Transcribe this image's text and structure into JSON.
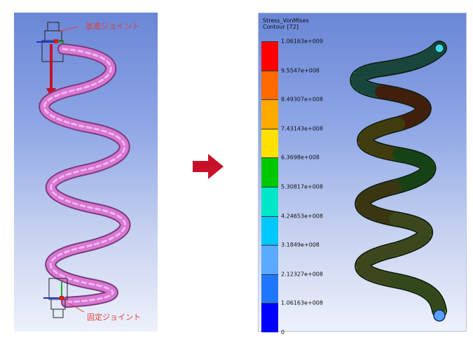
{
  "left_panel": {
    "callout_top": "並進ジョイント",
    "callout_bottom": "固定ジョイント"
  },
  "right_panel": {
    "legend": {
      "title_line1": "Stress_VonMises",
      "title_line2": "Contour [72]",
      "labels": [
        "1.06163e+009",
        "9.5547e+008",
        "8.49307e+008",
        "7.43143e+008",
        "6.3698e+008",
        "5.30817e+008",
        "4.24653e+008",
        "3.1849e+008",
        "2.12327e+008",
        "1.06163e+008",
        "0"
      ],
      "colors": [
        "#ff0000",
        "#ff6a00",
        "#ffaa00",
        "#ffe100",
        "#00c800",
        "#00e6c8",
        "#00c8ff",
        "#5aaaff",
        "#1e78ff",
        "#0000ff"
      ]
    }
  },
  "colors": {
    "spring_pink": "#d877d3",
    "arrow_red": "#c9102a",
    "callout_red": "#e0403b"
  }
}
